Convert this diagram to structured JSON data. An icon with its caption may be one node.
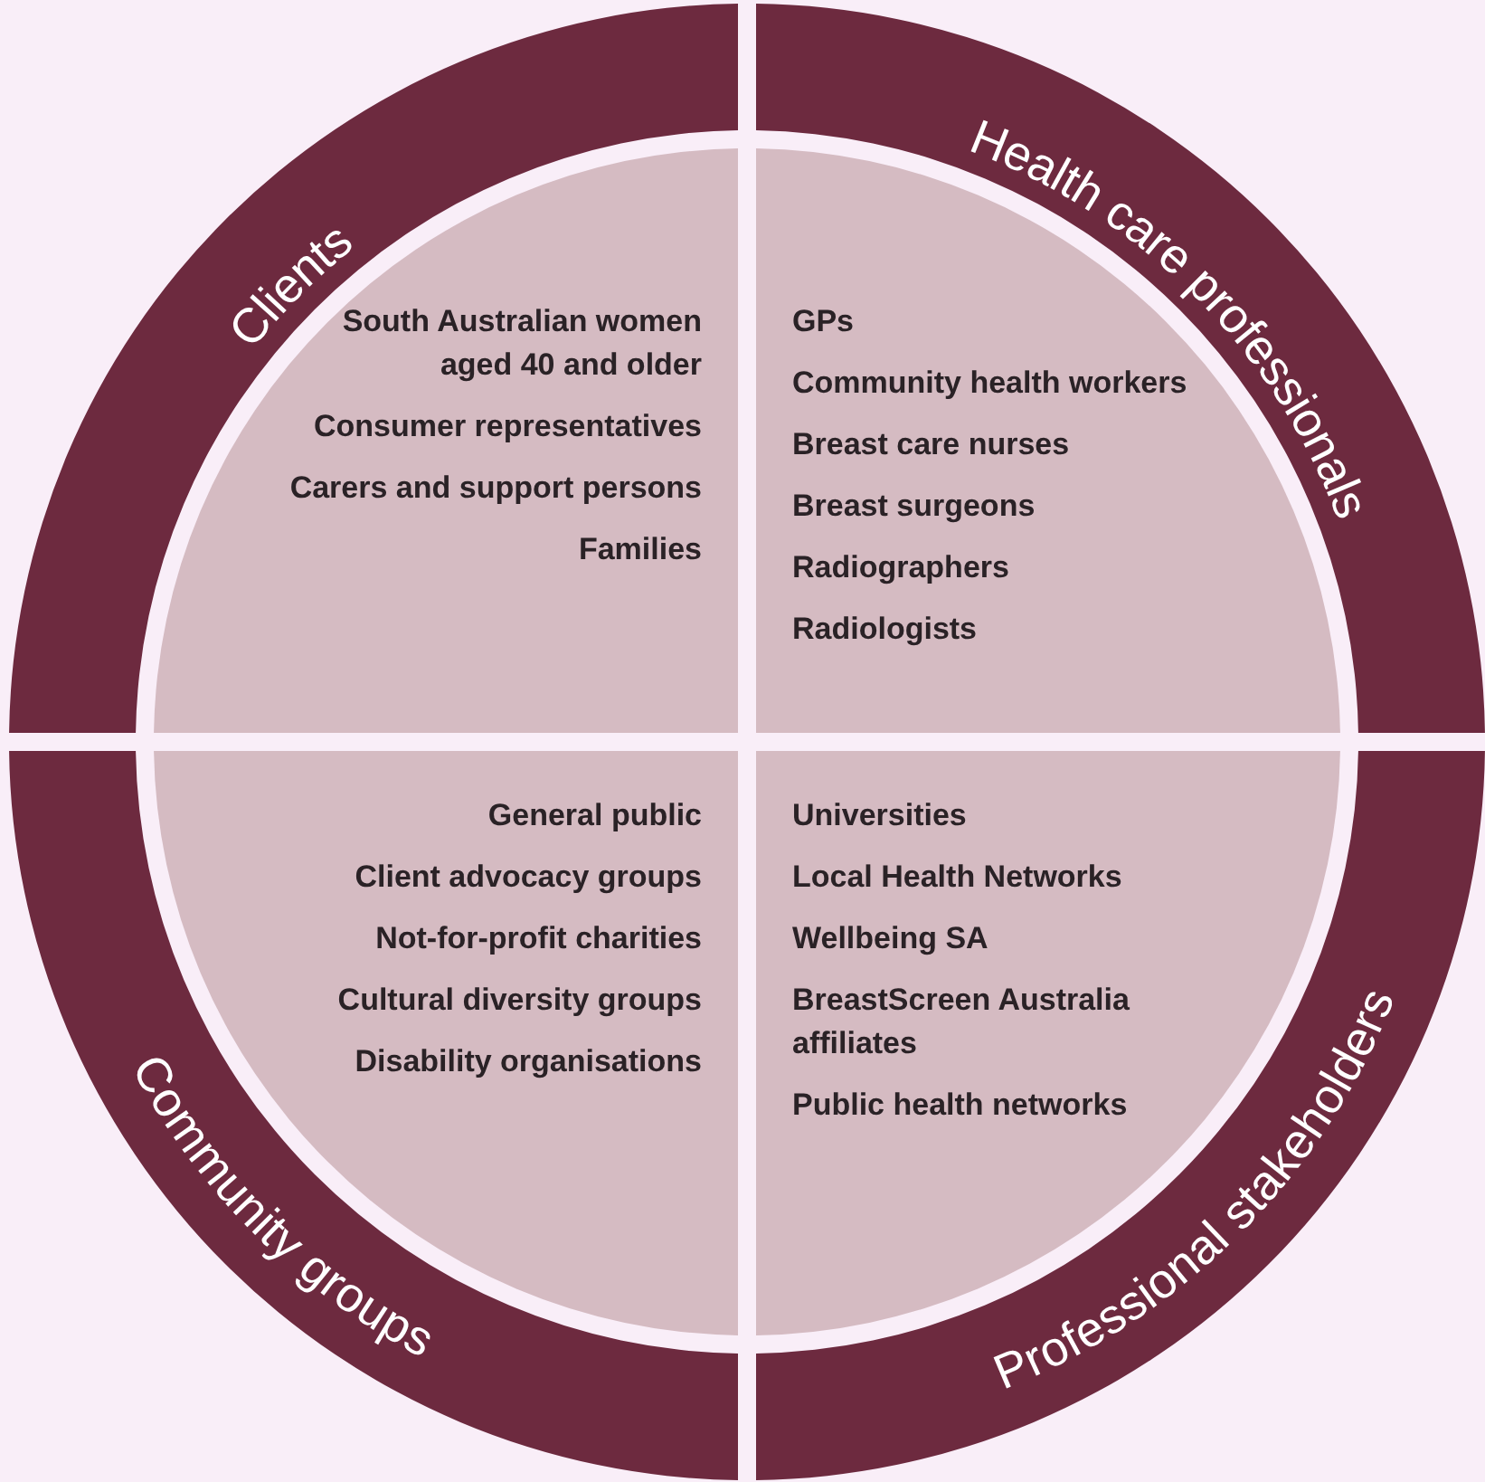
{
  "diagram": {
    "nodes": [
      {
        "text": [
          "Clients",
          "South Australian women aged 40 and older",
          "Consumer representatives",
          "Carers and support persons",
          "Families"
        ]
      },
      {
        "text": [
          "Health care professionals",
          "GPs",
          "Community health workers",
          "Breast care nurses",
          "Breast surgeons",
          "Radiographers",
          "Radiologists"
        ]
      },
      {
        "text": [
          "Community groups",
          "General public",
          "Client advocacy groups",
          "Not-for-profit charities",
          "Cultural diversity groups",
          "Disability organisations"
        ]
      },
      {
        "text": [
          "Professional stakeholders",
          "Universities",
          "Local Health Networks",
          "Wellbeing SA",
          "BreastScreen Australia affiliates",
          "Public health networks"
        ]
      }
    ]
  }
}
